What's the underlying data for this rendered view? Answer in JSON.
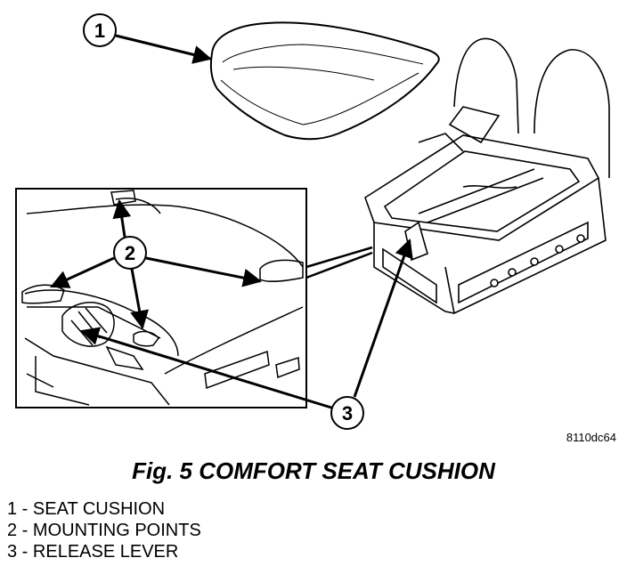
{
  "figure": {
    "reference_code": "8110dc64",
    "caption": "Fig. 5 COMFORT SEAT CUSHION"
  },
  "callouts": [
    {
      "number": "1"
    },
    {
      "number": "2"
    },
    {
      "number": "3"
    }
  ],
  "legend": [
    {
      "number": "1",
      "separator": " - ",
      "label": "SEAT CUSHION"
    },
    {
      "number": "2",
      "separator": " - ",
      "label": "MOUNTING POINTS"
    },
    {
      "number": "3",
      "separator": " - ",
      "label": "RELEASE LEVER"
    }
  ],
  "colors": {
    "line": "#000000",
    "background": "#ffffff"
  }
}
